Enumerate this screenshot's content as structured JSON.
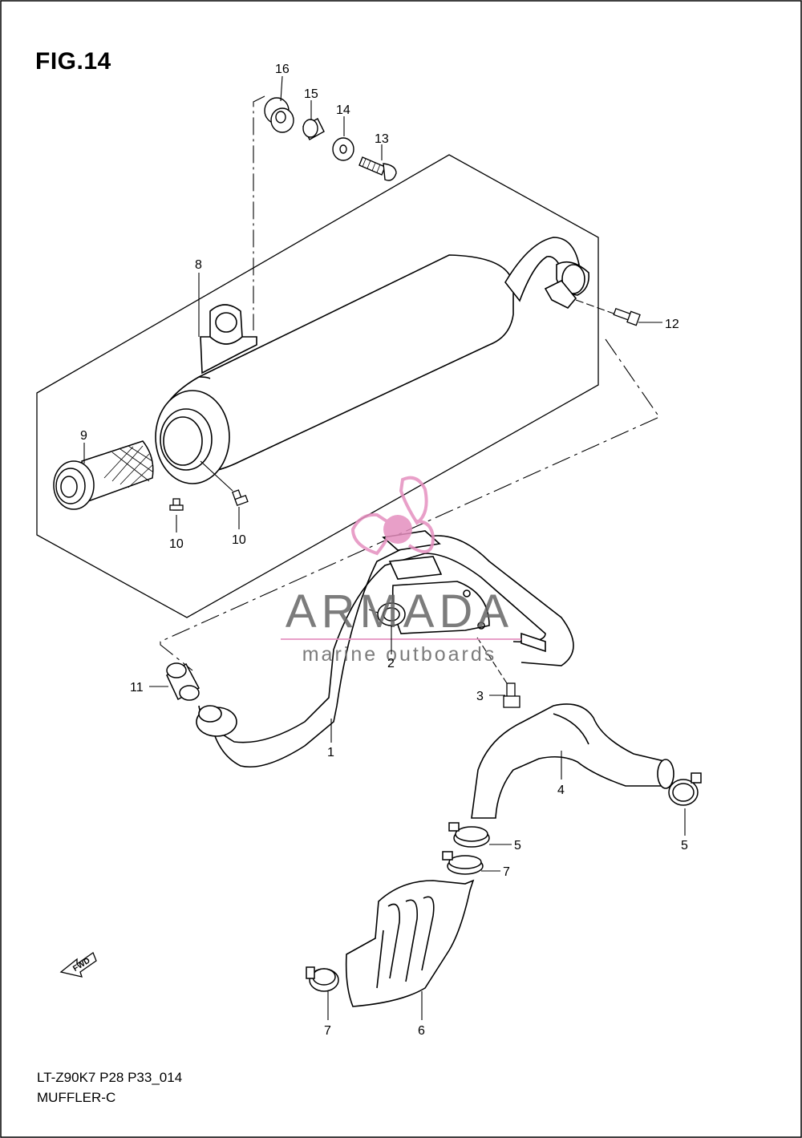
{
  "figure": {
    "title": "FIG.14",
    "code": "LT-Z90K7 P28 P33_014",
    "name": "MUFFLER-C"
  },
  "callouts": {
    "c1": "1",
    "c2": "2",
    "c3": "3",
    "c4": "4",
    "c5a": "5",
    "c5b": "5",
    "c6": "6",
    "c7a": "7",
    "c7b": "7",
    "c8": "8",
    "c9": "9",
    "c10a": "10",
    "c10b": "10",
    "c11": "11",
    "c12": "12",
    "c13": "13",
    "c14": "14",
    "c15": "15",
    "c16": "16"
  },
  "watermark": {
    "name": "ARMADA",
    "tagline": "marine outboards",
    "accent_color": "#e58fbf"
  },
  "direction": {
    "label": "FWD"
  }
}
